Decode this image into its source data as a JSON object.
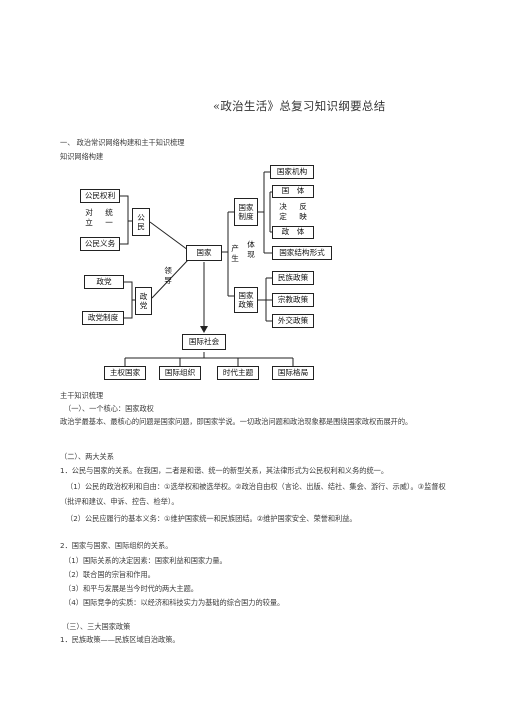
{
  "title": "«政治生活》总复习知识纲要总结",
  "section1": {
    "heading": "一、  政治常识网络构建和主干知识梳理",
    "subheading": "知识网络构建"
  },
  "diagram": {
    "rights": "公民权利",
    "duties": "公民义务",
    "opposition": "对立",
    "unity": "统一",
    "citizen": "公民",
    "state": "国家",
    "state_system": "国家制度",
    "state_organ": "国家机构",
    "polity_nature": "国　体",
    "decide": "决定",
    "reflect": "反映",
    "regime": "政　体",
    "structure_form": "国家结构形式",
    "produce": "产生",
    "embody": "体现",
    "state_policy": "国家政策",
    "ethnic_policy": "民族政策",
    "religious_policy": "宗教政策",
    "foreign_policy": "外交政策",
    "party": "政党",
    "party_system": "政党制度",
    "lead": "领导",
    "politics_party": "政党",
    "intl_society": "国际社会",
    "sovereign_state": "主权国家",
    "intl_org": "国际组织",
    "theme": "时代主题",
    "pattern": "国际格局"
  },
  "content": {
    "main_title": "主干知识梳理",
    "s1_head": "（一）、一个核心：国家政权",
    "s1_body": "政治学最基本、最核心的问题是国家问题，即国家学说。一切政治问题和政治现象都是围绕国家政权而展开的。",
    "s2_head": "（二）、两大关系",
    "s2_p1": "1．公民与国家的关系。在我国，二者是和谐、统一的新型关系，其法律形式为公民权利和义务的统一。",
    "s2_p1a": "（1）公民的政治权利和自由：①选举权和被选举权。②政治自由权（言论、出版、结社、集会、游行、示威）。③监督权（批评和建议、申诉、控告、检举）。",
    "s2_p1b": "（2）公民应履行的基本义务：①维护国家统一和民族团结。②维护国家安全、荣誉和利益。",
    "s2_p2": "2．国家与国家、国际组织的关系。",
    "s2_p2a": "（1）国际关系的决定因素：国家利益和国家力量。",
    "s2_p2b": "（2）联合国的宗旨和作用。",
    "s2_p2c": "（3）和平与发展是当今时代的两大主题。",
    "s2_p2d": "（4）国际竞争的实质：以经济和科技实力为基础的综合国力的较量。",
    "s3_head": "（三）、三大国家政策",
    "s3_p1": "1．民族政策——民族区域自治政策。"
  }
}
